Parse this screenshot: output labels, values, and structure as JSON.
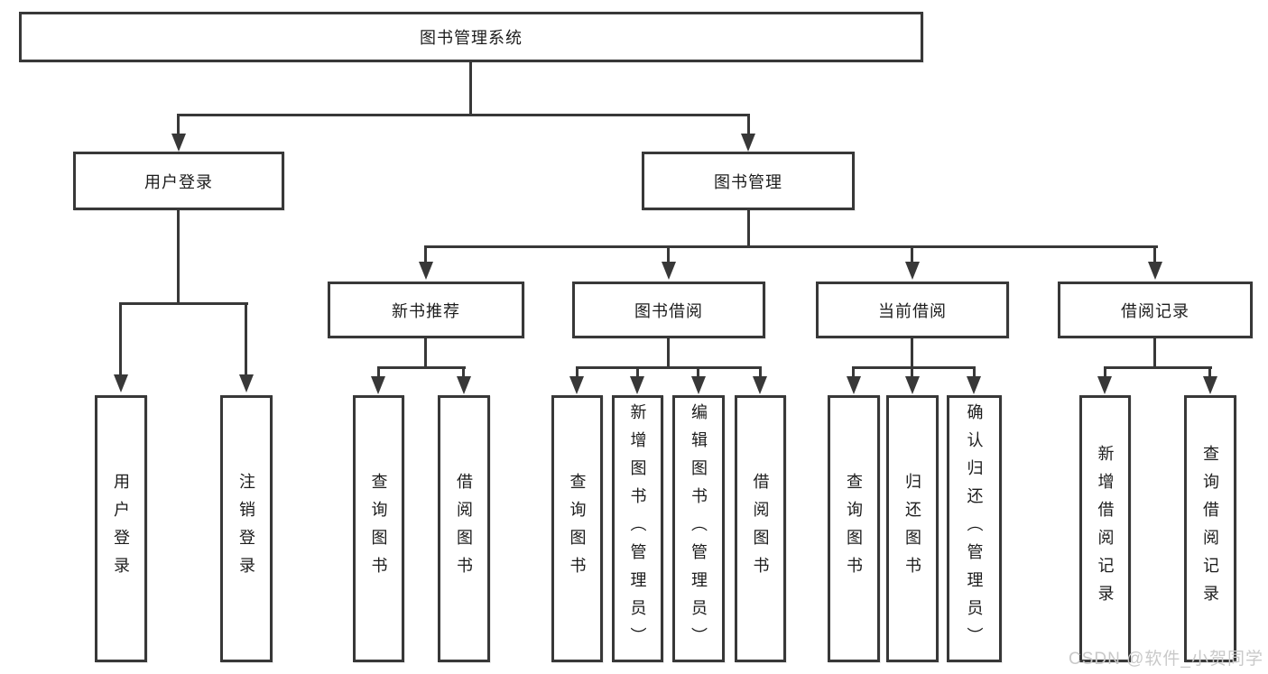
{
  "diagram": {
    "root": {
      "label": "图书管理系统"
    },
    "branches": [
      {
        "label": "用户登录",
        "children": [
          {
            "label": "用户登录"
          },
          {
            "label": "注销登录"
          }
        ]
      },
      {
        "label": "图书管理",
        "children": [
          {
            "label": "新书推荐",
            "children": [
              {
                "label": "查询图书"
              },
              {
                "label": "借阅图书"
              }
            ]
          },
          {
            "label": "图书借阅",
            "children": [
              {
                "label": "查询图书"
              },
              {
                "label": "新增图书（管理员）"
              },
              {
                "label": "编辑图书（管理员）"
              },
              {
                "label": "借阅图书"
              }
            ]
          },
          {
            "label": "当前借阅",
            "children": [
              {
                "label": "查询图书"
              },
              {
                "label": "归还图书"
              },
              {
                "label": "确认归还（管理员）"
              }
            ]
          },
          {
            "label": "借阅记录",
            "children": [
              {
                "label": "新增借阅记录"
              },
              {
                "label": "查询借阅记录"
              }
            ]
          }
        ]
      }
    ]
  },
  "watermark": {
    "text": "CSDN @软件_小贺同学"
  },
  "colors": {
    "line": "#383838",
    "text": "#1c1c1c",
    "watermark": "#c9c9c9",
    "background": "#ffffff"
  }
}
